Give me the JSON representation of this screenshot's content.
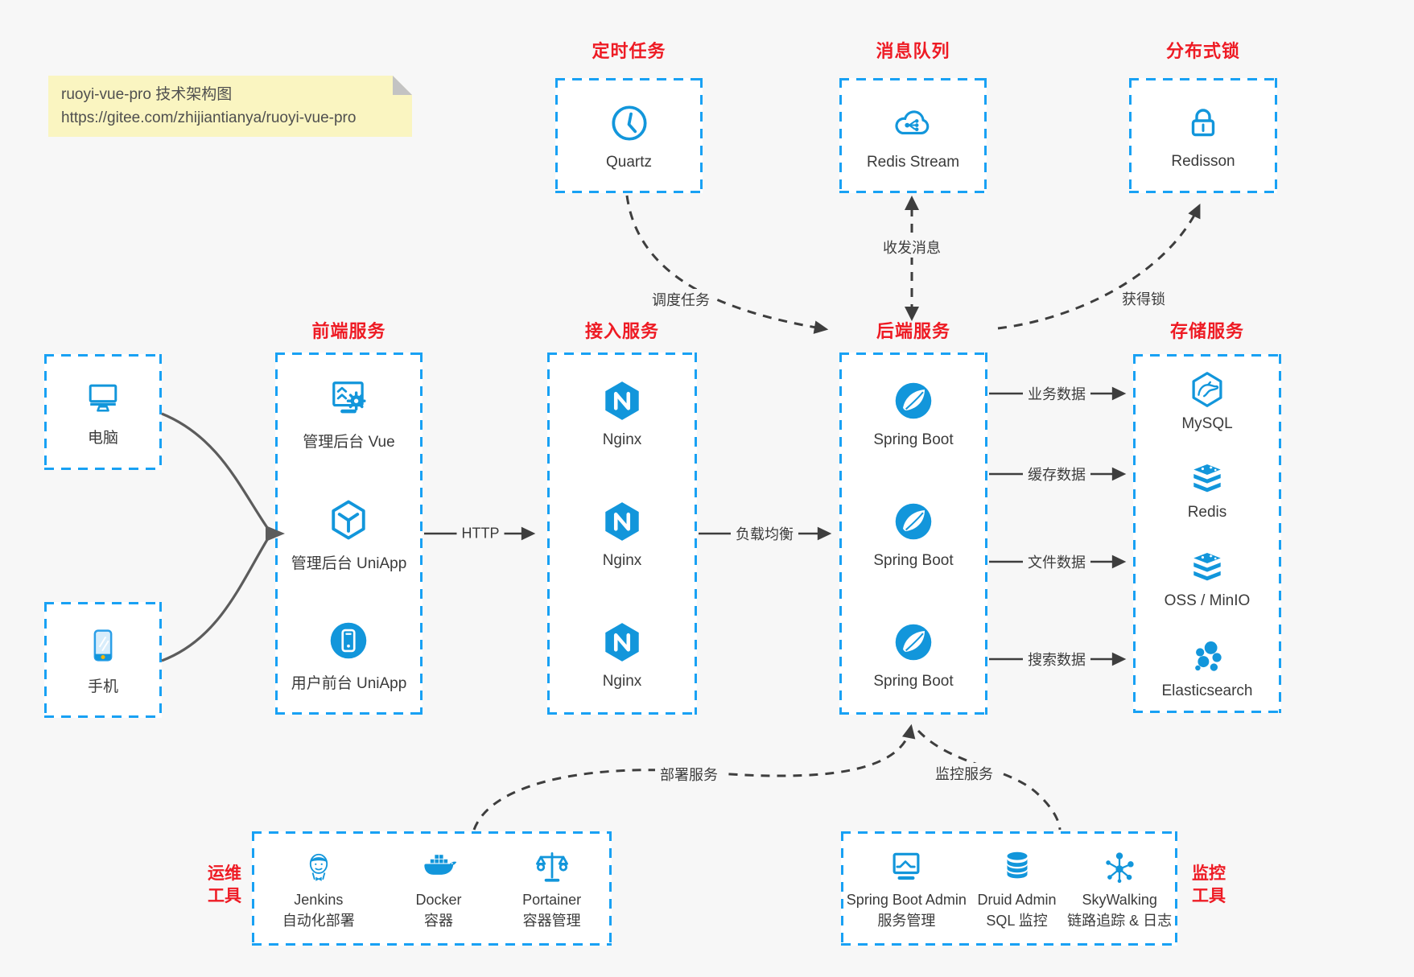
{
  "note": {
    "line1": "ruoyi-vue-pro 技术架构图",
    "line2": "https://gitee.com/zhijiantianya/ruoyi-vue-pro"
  },
  "top_groups": [
    {
      "title": "定时任务",
      "item": {
        "label": "Quartz",
        "icon": "clock-icon"
      }
    },
    {
      "title": "消息队列",
      "item": {
        "label": "Redis Stream",
        "icon": "cloud-stream-icon"
      }
    },
    {
      "title": "分布式锁",
      "item": {
        "label": "Redisson",
        "icon": "lock-icon"
      }
    }
  ],
  "clients": [
    {
      "label": "电脑",
      "icon": "desktop-icon"
    },
    {
      "label": "手机",
      "icon": "smartphone-icon"
    }
  ],
  "columns": [
    {
      "title": "前端服务",
      "items": [
        {
          "label": "管理后台 Vue",
          "icon": "admin-vue-icon"
        },
        {
          "label": "管理后台 UniApp",
          "icon": "uniapp-cube-icon"
        },
        {
          "label": "用户前台 UniApp",
          "icon": "user-app-icon"
        }
      ]
    },
    {
      "title": "接入服务",
      "items": [
        {
          "label": "Nginx",
          "icon": "nginx-icon"
        },
        {
          "label": "Nginx",
          "icon": "nginx-icon"
        },
        {
          "label": "Nginx",
          "icon": "nginx-icon"
        }
      ]
    },
    {
      "title": "后端服务",
      "items": [
        {
          "label": "Spring Boot",
          "icon": "spring-leaf-icon"
        },
        {
          "label": "Spring Boot",
          "icon": "spring-leaf-icon"
        },
        {
          "label": "Spring Boot",
          "icon": "spring-leaf-icon"
        }
      ]
    },
    {
      "title": "存储服务",
      "items": [
        {
          "label": "MySQL",
          "icon": "mysql-dolphin-icon"
        },
        {
          "label": "Redis",
          "icon": "redis-stack-icon"
        },
        {
          "label": "OSS / MinIO",
          "icon": "storage-stack-icon"
        },
        {
          "label": "Elasticsearch",
          "icon": "elasticsearch-icon"
        }
      ]
    }
  ],
  "bottom_groups": [
    {
      "title_line1": "运维",
      "title_line2": "工具",
      "items": [
        {
          "name": "Jenkins",
          "desc": "自动化部署",
          "icon": "jenkins-icon"
        },
        {
          "name": "Docker",
          "desc": "容器",
          "icon": "docker-whale-icon"
        },
        {
          "name": "Portainer",
          "desc": "容器管理",
          "icon": "portainer-scales-icon"
        }
      ]
    },
    {
      "title_line1": "监控",
      "title_line2": "工具",
      "items": [
        {
          "name": "Spring Boot Admin",
          "desc": "服务管理",
          "icon": "monitor-chart-icon"
        },
        {
          "name": "Druid Admin",
          "desc": "SQL 监控",
          "icon": "database-icon"
        },
        {
          "name": "SkyWalking",
          "desc": "链路追踪 & 日志",
          "icon": "topology-icon"
        }
      ]
    }
  ],
  "edges": {
    "schedule": "调度任务",
    "message": "收发消息",
    "lock": "获得锁",
    "http": "HTTP",
    "load_balance": "负载均衡",
    "business": "业务数据",
    "cache": "缓存数据",
    "file": "文件数据",
    "search": "搜索数据",
    "deploy": "部署服务",
    "monitor": "监控服务"
  },
  "colors": {
    "accent_blue": "#18a1f4",
    "icon_blue": "#1296db",
    "title_red": "#ee1b24",
    "background": "#f7f7f7",
    "arrow_dark": "#3e3e3e",
    "note_yellow": "#faf5c1"
  }
}
